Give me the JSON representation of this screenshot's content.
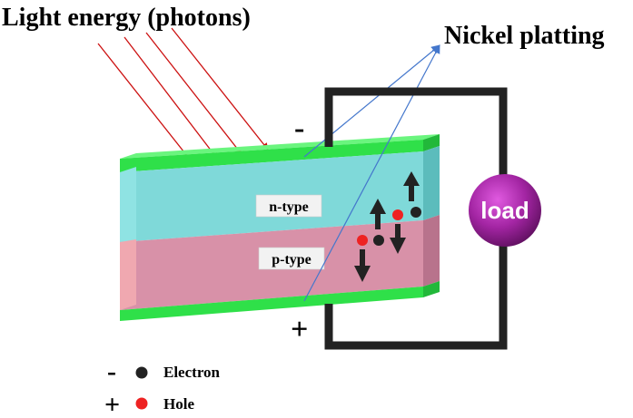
{
  "diagram": {
    "light_label": "Light energy (photons)",
    "nickel_label": "Nickel platting",
    "n_type_label": "n-type",
    "p_type_label": "p-type",
    "load_label": "load",
    "minus_terminal": "-",
    "plus_terminal": "+",
    "legend": {
      "electron_sign": "-",
      "electron_label": "Electron",
      "hole_sign": "+",
      "hole_label": "Hole"
    },
    "colors": {
      "green_layer": "#33ee55",
      "n_layer": "#7fd9d9",
      "p_layer": "#d891a8",
      "photon_ray": "#cc1111",
      "pointer_line": "#4477cc",
      "wire": "#222222",
      "electron": "#222222",
      "hole": "#ee2222",
      "load": "#9b1f9b"
    }
  }
}
